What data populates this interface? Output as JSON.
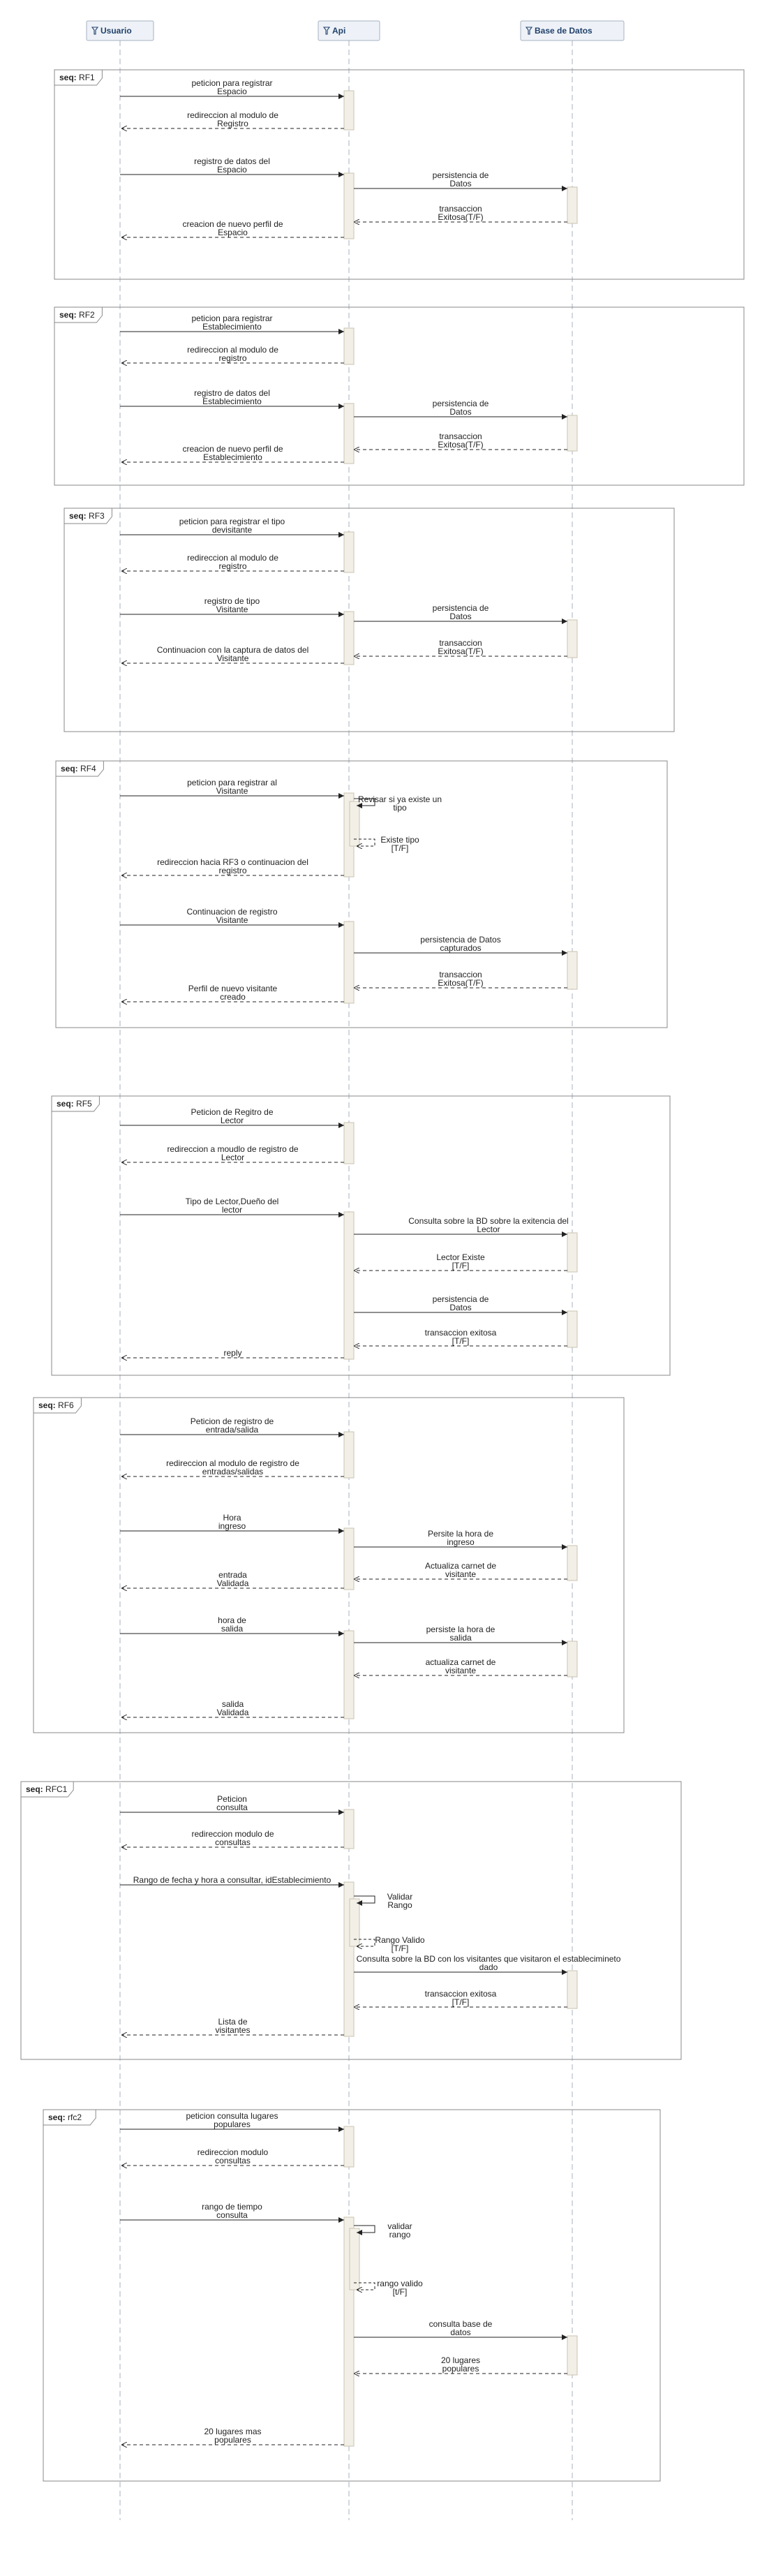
{
  "participants": [
    {
      "name": "Usuario",
      "icon": "user-icon"
    },
    {
      "name": "Api",
      "icon": "user-icon"
    },
    {
      "name": "Base de Datos",
      "icon": "user-icon"
    }
  ],
  "frames": [
    {
      "keyword": "seq",
      "title": "RF1",
      "messages": [
        {
          "from": "Usuario",
          "to": "Api",
          "text": [
            "peticion para registrar",
            "Espacio"
          ],
          "kind": "sync"
        },
        {
          "from": "Api",
          "to": "Usuario",
          "text": [
            "redireccion al modulo de",
            "Registro"
          ],
          "kind": "reply"
        },
        {
          "from": "Usuario",
          "to": "Api",
          "text": [
            "registro de datos del",
            "Espacio"
          ],
          "kind": "sync"
        },
        {
          "from": "Api",
          "to": "Base de Datos",
          "text": [
            "persistencia de",
            "Datos"
          ],
          "kind": "sync"
        },
        {
          "from": "Base de Datos",
          "to": "Api",
          "text": [
            "transaccion",
            "Exitosa(T/F)"
          ],
          "kind": "reply"
        },
        {
          "from": "Api",
          "to": "Usuario",
          "text": [
            "creacion de nuevo perfil de",
            "Espacio"
          ],
          "kind": "reply"
        }
      ]
    },
    {
      "keyword": "seq",
      "title": "RF2",
      "messages": [
        {
          "from": "Usuario",
          "to": "Api",
          "text": [
            "peticion para registrar",
            "Establecimiento"
          ],
          "kind": "sync"
        },
        {
          "from": "Api",
          "to": "Usuario",
          "text": [
            "redireccion al modulo de",
            "registro"
          ],
          "kind": "reply"
        },
        {
          "from": "Usuario",
          "to": "Api",
          "text": [
            "registro de datos del",
            "Establecimiento"
          ],
          "kind": "sync"
        },
        {
          "from": "Api",
          "to": "Base de Datos",
          "text": [
            "persistencia de",
            "Datos"
          ],
          "kind": "sync"
        },
        {
          "from": "Base de Datos",
          "to": "Api",
          "text": [
            "transaccion",
            "Exitosa(T/F)"
          ],
          "kind": "reply"
        },
        {
          "from": "Api",
          "to": "Usuario",
          "text": [
            "creacion de nuevo perfil de",
            "Establecimiento"
          ],
          "kind": "reply"
        }
      ]
    },
    {
      "keyword": "seq",
      "title": "RF3",
      "messages": [
        {
          "from": "Usuario",
          "to": "Api",
          "text": [
            "peticion para registrar el tipo",
            "devisitante"
          ],
          "kind": "sync"
        },
        {
          "from": "Api",
          "to": "Usuario",
          "text": [
            "redireccion al modulo de",
            "registro"
          ],
          "kind": "reply"
        },
        {
          "from": "Usuario",
          "to": "Api",
          "text": [
            "registro de tipo",
            "Visitante"
          ],
          "kind": "sync"
        },
        {
          "from": "Api",
          "to": "Base de Datos",
          "text": [
            "persistencia de",
            "Datos"
          ],
          "kind": "sync"
        },
        {
          "from": "Base de Datos",
          "to": "Api",
          "text": [
            "transaccion",
            "Exitosa(T/F)"
          ],
          "kind": "reply"
        },
        {
          "from": "Api",
          "to": "Usuario",
          "text": [
            "Continuacion con la captura de datos del",
            "Visitante"
          ],
          "kind": "reply"
        }
      ]
    },
    {
      "keyword": "seq",
      "title": "RF4",
      "messages": [
        {
          "from": "Usuario",
          "to": "Api",
          "text": [
            "peticion para registrar al",
            "Visitante"
          ],
          "kind": "sync"
        },
        {
          "from": "Api",
          "to": "Api",
          "text": [
            "Revisar si ya existe un",
            "tipo"
          ],
          "kind": "self"
        },
        {
          "from": "Api",
          "to": "Api",
          "text": [
            "Existe tipo",
            "[T/F]"
          ],
          "kind": "self-reply"
        },
        {
          "from": "Api",
          "to": "Usuario",
          "text": [
            "redireccion hacia RF3 o continuacion del",
            "registro"
          ],
          "kind": "reply"
        },
        {
          "from": "Usuario",
          "to": "Api",
          "text": [
            "Continuacion de registro",
            "Visitante"
          ],
          "kind": "sync"
        },
        {
          "from": "Api",
          "to": "Base de Datos",
          "text": [
            "persistencia de Datos",
            "capturados"
          ],
          "kind": "sync"
        },
        {
          "from": "Base de Datos",
          "to": "Api",
          "text": [
            "transaccion",
            "Exitosa(T/F)"
          ],
          "kind": "reply"
        },
        {
          "from": "Api",
          "to": "Usuario",
          "text": [
            "Perfil de nuevo visitante",
            "creado"
          ],
          "kind": "reply"
        }
      ]
    },
    {
      "keyword": "seq",
      "title": "RF5",
      "messages": [
        {
          "from": "Usuario",
          "to": "Api",
          "text": [
            "Peticion de Regitro de",
            "Lector"
          ],
          "kind": "sync"
        },
        {
          "from": "Api",
          "to": "Usuario",
          "text": [
            "redireccion a moudlo de registro de",
            "Lector"
          ],
          "kind": "reply"
        },
        {
          "from": "Usuario",
          "to": "Api",
          "text": [
            "Tipo de Lector,Dueño del",
            "lector"
          ],
          "kind": "sync"
        },
        {
          "from": "Api",
          "to": "Base de Datos",
          "text": [
            "Consulta sobre la BD sobre la exitencia del",
            "Lector"
          ],
          "kind": "sync"
        },
        {
          "from": "Base de Datos",
          "to": "Api",
          "text": [
            "Lector Existe",
            "[T/F]"
          ],
          "kind": "reply"
        },
        {
          "from": "Api",
          "to": "Base de Datos",
          "text": [
            "persistencia de",
            "Datos"
          ],
          "kind": "sync"
        },
        {
          "from": "Base de Datos",
          "to": "Api",
          "text": [
            "transaccion exitosa",
            "[T/F]"
          ],
          "kind": "reply"
        },
        {
          "from": "Api",
          "to": "Usuario",
          "text": [
            "reply"
          ],
          "kind": "reply"
        }
      ]
    },
    {
      "keyword": "seq",
      "title": "RF6",
      "messages": [
        {
          "from": "Usuario",
          "to": "Api",
          "text": [
            "Peticion de registro de",
            "entrada/salida"
          ],
          "kind": "sync"
        },
        {
          "from": "Api",
          "to": "Usuario",
          "text": [
            "redireccion al modulo de registro de",
            "entradas/salidas"
          ],
          "kind": "reply"
        },
        {
          "from": "Usuario",
          "to": "Api",
          "text": [
            "Hora",
            "ingreso"
          ],
          "kind": "sync"
        },
        {
          "from": "Api",
          "to": "Base de Datos",
          "text": [
            "Persite la hora de",
            "ingreso"
          ],
          "kind": "sync"
        },
        {
          "from": "Base de Datos",
          "to": "Api",
          "text": [
            "Actualiza carnet de",
            "visitante"
          ],
          "kind": "reply"
        },
        {
          "from": "Api",
          "to": "Usuario",
          "text": [
            "entrada",
            "Validada"
          ],
          "kind": "reply"
        },
        {
          "from": "Usuario",
          "to": "Api",
          "text": [
            "hora de",
            "salida"
          ],
          "kind": "sync"
        },
        {
          "from": "Api",
          "to": "Base de Datos",
          "text": [
            "persiste la hora de",
            "salida"
          ],
          "kind": "sync"
        },
        {
          "from": "Base de Datos",
          "to": "Api",
          "text": [
            "actualiza carnet de",
            "visitante"
          ],
          "kind": "reply"
        },
        {
          "from": "Api",
          "to": "Usuario",
          "text": [
            "salida",
            "Validada"
          ],
          "kind": "reply"
        }
      ]
    },
    {
      "keyword": "seq",
      "title": "RFC1",
      "messages": [
        {
          "from": "Usuario",
          "to": "Api",
          "text": [
            "Peticion",
            "consulta"
          ],
          "kind": "sync"
        },
        {
          "from": "Api",
          "to": "Usuario",
          "text": [
            "redireccion modulo de",
            "consultas"
          ],
          "kind": "reply"
        },
        {
          "from": "Usuario",
          "to": "Api",
          "text": [
            "Rango de fecha y hora a consultar, idEstablecimiento"
          ],
          "kind": "sync"
        },
        {
          "from": "Api",
          "to": "Api",
          "text": [
            "Validar",
            "Rango"
          ],
          "kind": "self"
        },
        {
          "from": "Api",
          "to": "Api",
          "text": [
            "Rango Valido",
            "[T/F]"
          ],
          "kind": "self-reply"
        },
        {
          "from": "Api",
          "to": "Base de Datos",
          "text": [
            "Consulta sobre la BD con los visitantes que visitaron el establecimineto",
            "dado"
          ],
          "kind": "sync"
        },
        {
          "from": "Base de Datos",
          "to": "Api",
          "text": [
            "transaccion exitosa",
            "[T/F]"
          ],
          "kind": "reply"
        },
        {
          "from": "Api",
          "to": "Usuario",
          "text": [
            "Lista de",
            "visitantes"
          ],
          "kind": "reply"
        }
      ]
    },
    {
      "keyword": "seq",
      "title": "rfc2",
      "messages": [
        {
          "from": "Usuario",
          "to": "Api",
          "text": [
            "peticion consulta lugares",
            "populares"
          ],
          "kind": "sync"
        },
        {
          "from": "Api",
          "to": "Usuario",
          "text": [
            "redireccion modulo",
            "consultas"
          ],
          "kind": "reply"
        },
        {
          "from": "Usuario",
          "to": "Api",
          "text": [
            "rango de tiempo",
            "consulta"
          ],
          "kind": "sync"
        },
        {
          "from": "Api",
          "to": "Api",
          "text": [
            "validar",
            "rango"
          ],
          "kind": "self"
        },
        {
          "from": "Api",
          "to": "Api",
          "text": [
            "rango valido",
            "[t/F]"
          ],
          "kind": "self-reply"
        },
        {
          "from": "Api",
          "to": "Base de Datos",
          "text": [
            "consulta base de",
            "datos"
          ],
          "kind": "sync"
        },
        {
          "from": "Base de Datos",
          "to": "Api",
          "text": [
            "20 lugares",
            "populares"
          ],
          "kind": "reply"
        },
        {
          "from": "Api",
          "to": "Usuario",
          "text": [
            "20 lugares mas",
            "populares"
          ],
          "kind": "reply"
        }
      ]
    }
  ],
  "colors": {
    "lifeline": "#a7b1c2",
    "header_fill": "#eef2f8",
    "header_stroke": "#a7b1c2",
    "header_text": "#21416b",
    "activation_fill": "#f2efe7",
    "activation_stroke": "#cbc3b0",
    "frame_stroke": "#8a8a8a",
    "arrow": "#222222"
  }
}
